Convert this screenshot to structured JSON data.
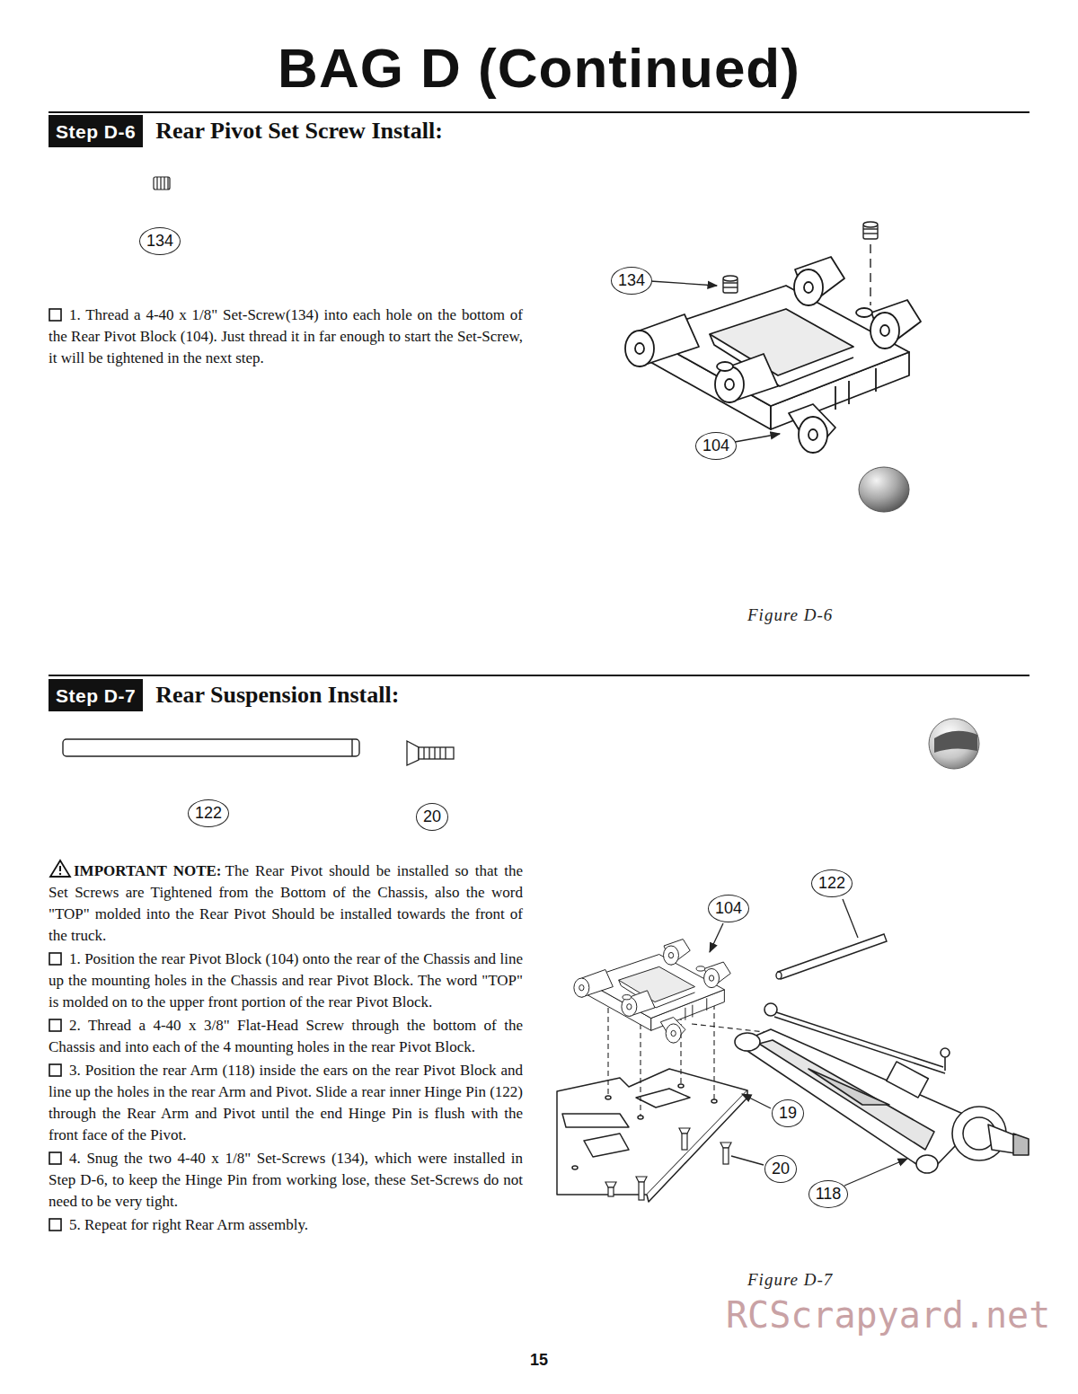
{
  "diagram": {
    "title": "BAG D (Continued)",
    "nodes": [
      {
        "text": [
          "Step D-6",
          "Rear Pivot Set Screw Install:"
        ]
      },
      {
        "text": [
          "134"
        ]
      },
      {
        "text": [
          "134"
        ]
      },
      {
        "text": [
          "104"
        ]
      },
      {
        "text": [
          "Step D-7",
          "Rear Suspension Install:"
        ]
      },
      {
        "text": [
          "122"
        ]
      },
      {
        "text": [
          "20"
        ]
      },
      {
        "text": [
          "122"
        ]
      },
      {
        "text": [
          "104"
        ]
      },
      {
        "text": [
          "19"
        ]
      },
      {
        "text": [
          "20"
        ]
      },
      {
        "text": [
          "118"
        ]
      }
    ],
    "labels": [
      "1. Thread a 4-40 x 1/8\" Set-Screw(134) into each hole on the bottom of the Rear Pivot Block (104). Just thread it in far enough to start the Set-Screw, it will be tightened in the next step.",
      "Figure D-6",
      "IMPORTANT NOTE:",
      "The Rear Pivot should be installed so that the Set Screws are Tightened from the Bottom of the Chassis, also the word \"TOP\" molded into the Rear Pivot Should be installed towards the front of the truck.",
      "1. Position the rear Pivot Block (104) onto the rear of the Chassis and line up the mounting holes in the Chassis and rear Pivot Block. The word \"TOP\" is molded on to the upper front portion of the rear Pivot Block.",
      "2. Thread a 4-40 x 3/8\" Flat-Head Screw through the bottom of the Chassis and into each of the 4 mounting holes in the rear Pivot Block.",
      "3. Position the rear Arm (118) inside the ears on the rear Pivot Block and line up the holes in the rear Arm and Pivot. Slide a rear inner Hinge Pin (122) through the Rear Arm and Pivot until the end Hinge Pin is flush with the front face of the Pivot.",
      "4. Snug the two 4-40 x 1/8\" Set-Screws (134), which were installed in Step D-6, to keep the Hinge Pin from working lose, these Set-Screws do not need to be very tight.",
      "5. Repeat for right Rear Arm assembly.",
      "Figure D-7",
      "15",
      "RCScrapyard.net"
    ]
  }
}
